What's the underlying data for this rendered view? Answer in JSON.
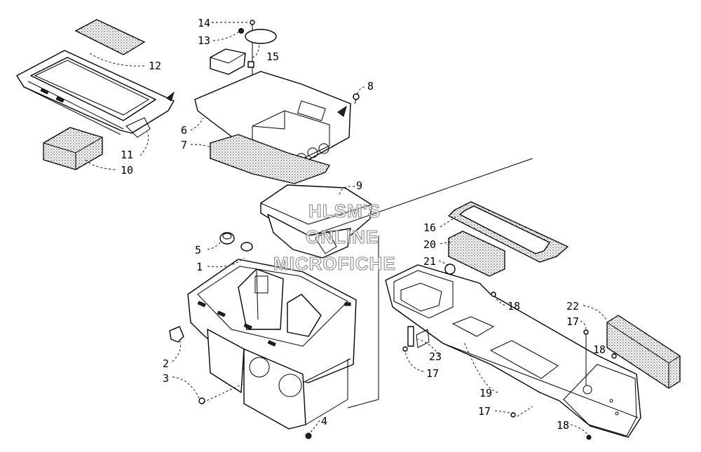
{
  "watermark": {
    "line1": "HLSM'S",
    "line2": "ONLINE",
    "line3": "MICROFICHE"
  },
  "callouts": {
    "c1": "1",
    "c2": "2",
    "c3": "3",
    "c4": "4",
    "c5": "5",
    "c6": "6",
    "c7": "7",
    "c8": "8",
    "c9": "9",
    "c10": "10",
    "c11": "11",
    "c12": "12",
    "c13": "13",
    "c14": "14",
    "c15": "15",
    "c16": "16",
    "c17a": "17",
    "c17b": "17",
    "c17c": "17",
    "c18a": "18",
    "c18b": "18",
    "c18c": "18",
    "c19": "19",
    "c20": "20",
    "c21": "21",
    "c22": "22",
    "c23": "23"
  }
}
